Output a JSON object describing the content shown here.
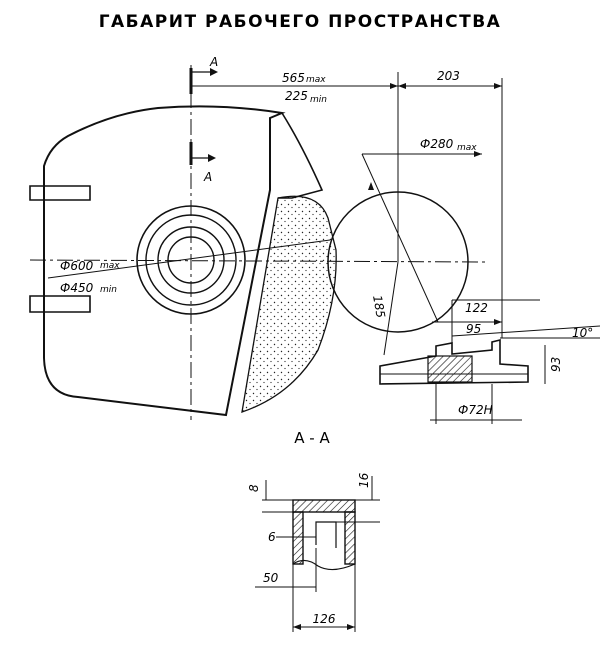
{
  "title": "ГАБАРИТ РАБОЧЕГО ПРОСТРАНСТВА",
  "section_marker": "А",
  "section_title": "А - А",
  "dimensions": {
    "d565": "565",
    "d565_sub": "max",
    "d225": "225",
    "d225_sub": "min",
    "d203": "203",
    "d280": "Ф280",
    "d280_sub": "max",
    "d600": "Ф600",
    "d600_sub": "max",
    "d450": "Ф450",
    "d450_sub": "min",
    "d185": "185",
    "d122": "122",
    "d95": "95",
    "d10deg": "10°",
    "d93": "93",
    "d72h": "Ф72Н",
    "s8": "8",
    "s16": "16",
    "s6": "6",
    "s50": "50",
    "s126": "126"
  }
}
